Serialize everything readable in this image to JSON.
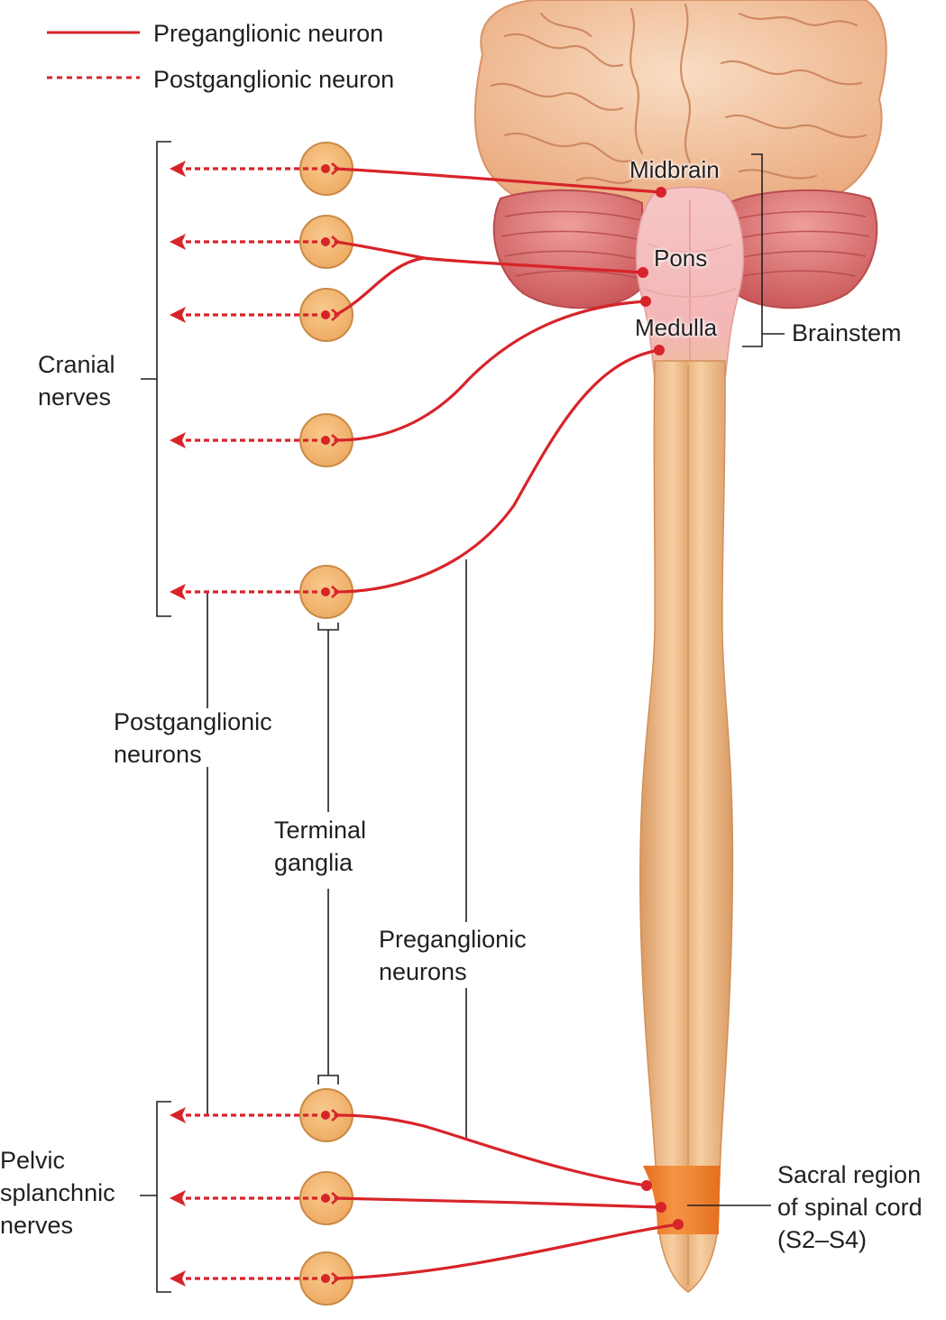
{
  "legend": {
    "preganglionic": "Preganglionic neuron",
    "postganglionic": "Postganglionic neuron"
  },
  "labels": {
    "midbrain": "Midbrain",
    "pons": "Pons",
    "medulla": "Medulla",
    "brainstem": "Brainstem",
    "cranial_nerves": [
      "Cranial",
      "nerves"
    ],
    "postganglionic_neurons": [
      "Postganglionic",
      "neurons"
    ],
    "terminal_ganglia": [
      "Terminal",
      "ganglia"
    ],
    "preganglionic_neurons": [
      "Preganglionic",
      "neurons"
    ],
    "pelvic_splanchnic_nerves": [
      "Pelvic",
      "splanchnic",
      "nerves"
    ],
    "sacral_region": [
      "Sacral region",
      "of spinal cord",
      "(S2–S4)"
    ]
  },
  "colors": {
    "neuron": "#d7242a",
    "ganglion_fill": "#f2b46d",
    "ganglion_stroke": "#c98a45",
    "spinal_cord": "#f0bf8c",
    "sacral_region": "#ee7f2b",
    "brainstem": "#f3b9b7",
    "cerebellum": "#d9706f",
    "cerebrum": "#f3c29e",
    "leader_line": "#231f20"
  }
}
